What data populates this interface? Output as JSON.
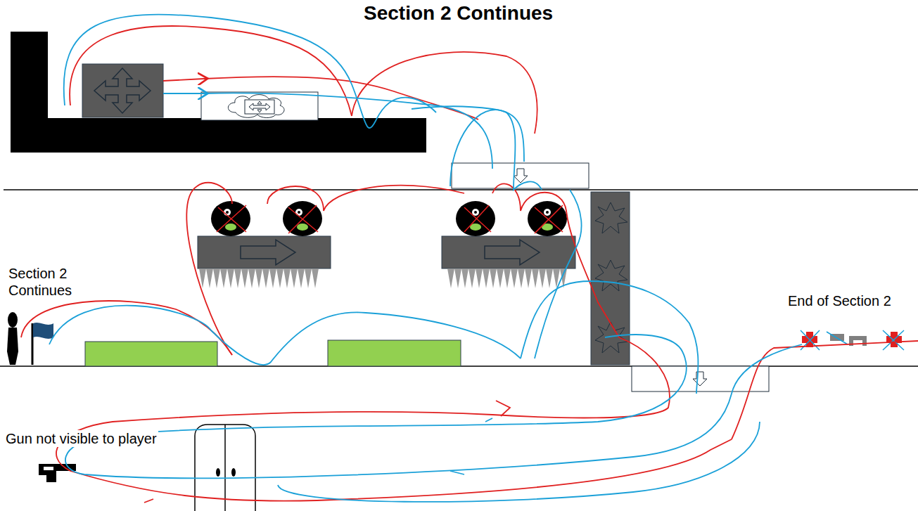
{
  "diagram": {
    "title": "Section 2 Continues",
    "labels": [
      "Section 2 Continues",
      "End of Section 2",
      "Gun not visible to player"
    ]
  }
}
